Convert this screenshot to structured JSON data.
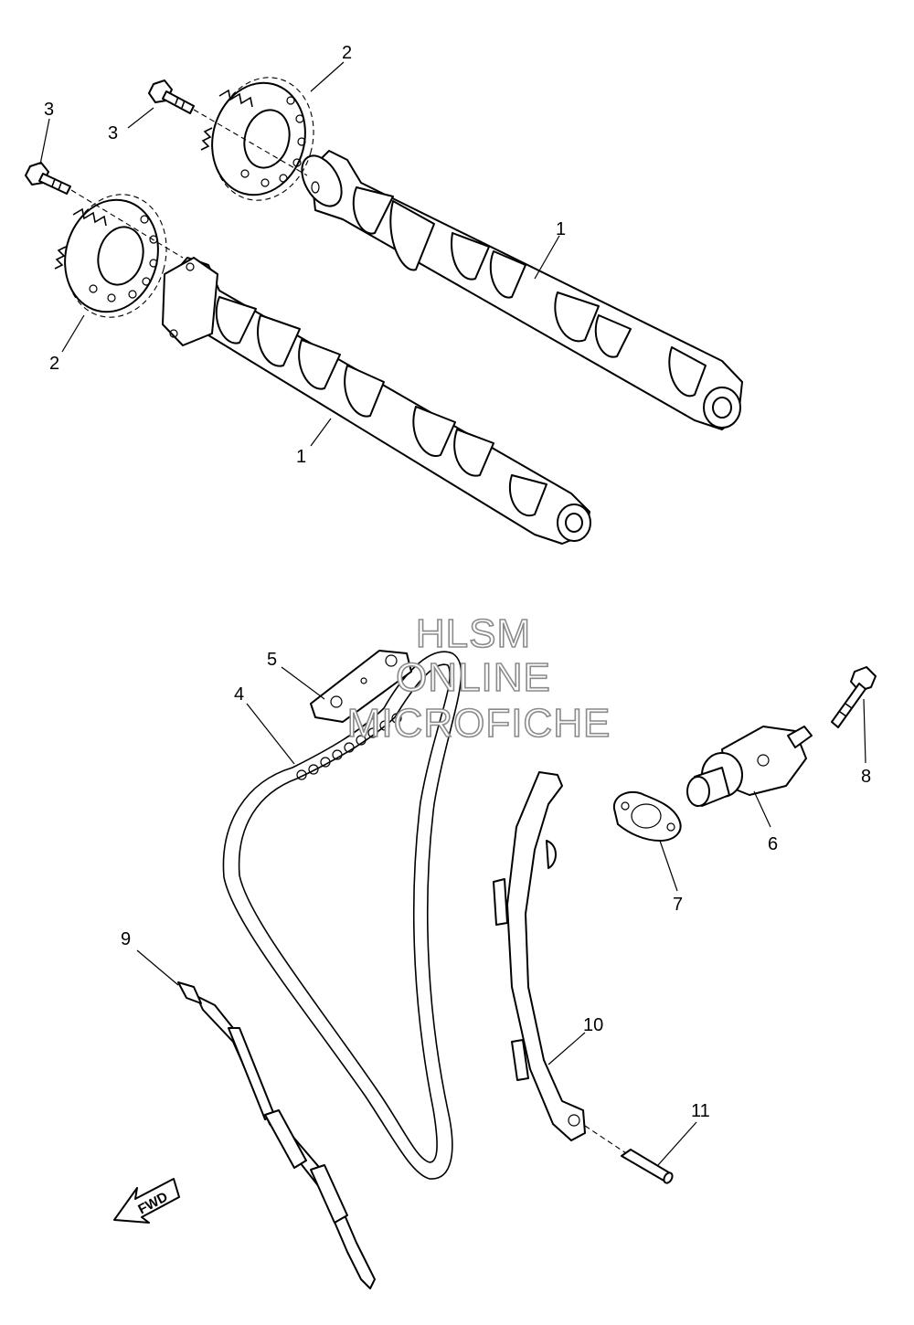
{
  "diagram": {
    "callouts": [
      {
        "id": "callout-1-upper",
        "label": "1"
      },
      {
        "id": "callout-1-lower",
        "label": "1"
      },
      {
        "id": "callout-2-upper",
        "label": "2"
      },
      {
        "id": "callout-2-lower",
        "label": "2"
      },
      {
        "id": "callout-3-upper",
        "label": "3"
      },
      {
        "id": "callout-3-lower",
        "label": "3"
      },
      {
        "id": "callout-4",
        "label": "4"
      },
      {
        "id": "callout-5",
        "label": "5"
      },
      {
        "id": "callout-6",
        "label": "6"
      },
      {
        "id": "callout-7",
        "label": "7"
      },
      {
        "id": "callout-8",
        "label": "8"
      },
      {
        "id": "callout-9",
        "label": "9"
      },
      {
        "id": "callout-10",
        "label": "10"
      },
      {
        "id": "callout-11",
        "label": "11"
      }
    ],
    "watermark": {
      "line1": "HLSM",
      "line2": "ONLINE",
      "line3": "MICROFICHE"
    },
    "fwd_label": "FWD"
  }
}
